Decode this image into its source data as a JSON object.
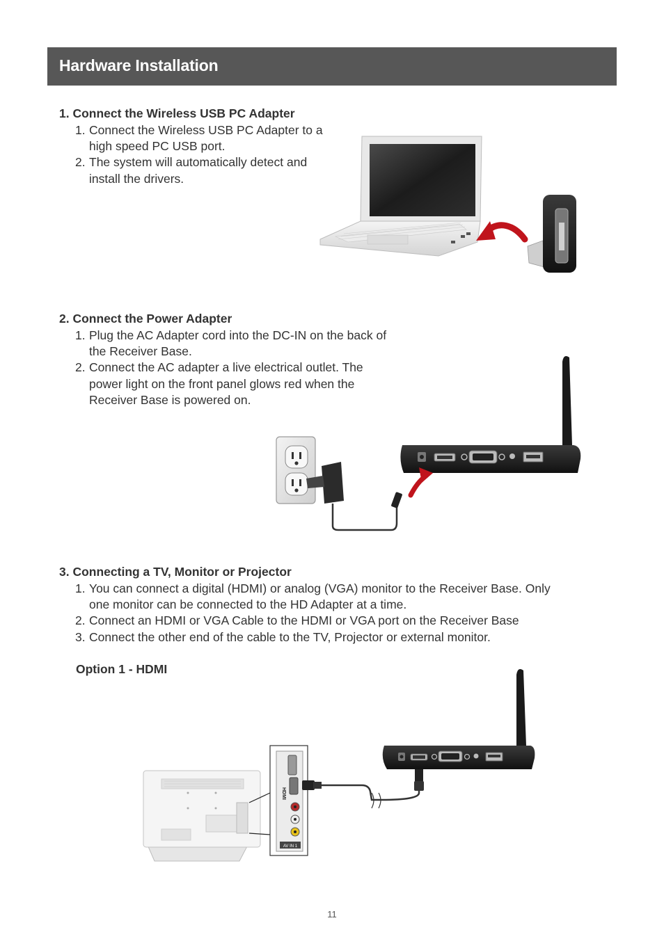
{
  "header": {
    "title": "Hardware Installation"
  },
  "sections": [
    {
      "heading": "1. Connect the Wireless USB PC Adapter",
      "steps": [
        {
          "num": "1.",
          "text": "Connect the Wireless USB PC Adapter to a high speed PC USB port."
        },
        {
          "num": "2.",
          "text": "The system will automatically detect and install the drivers."
        }
      ]
    },
    {
      "heading": "2. Connect the Power Adapter",
      "steps": [
        {
          "num": "1.",
          "text": "Plug the AC Adapter cord into the DC-IN on the back of the Receiver Base."
        },
        {
          "num": "2.",
          "text": "Connect the AC adapter a live electrical outlet. The power light on the front panel glows red when the Receiver Base is powered on."
        }
      ]
    },
    {
      "heading": "3. Connecting a TV, Monitor or Projector",
      "steps": [
        {
          "num": "1.",
          "text": "You can connect a digital (HDMI) or analog (VGA) monitor to the Receiver Base. Only one monitor can be connected to the HD Adapter at a time."
        },
        {
          "num": "2.",
          "text": "Connect an HDMI or VGA Cable to the HDMI or VGA port on the Receiver Base"
        },
        {
          "num": "3.",
          "text": "Connect the other end of the cable to the TV, Projector or external monitor."
        }
      ]
    }
  ],
  "option1": {
    "label": "Option 1 - HDMI"
  },
  "tv_panel": {
    "hdmi_logo": "HDMI",
    "port_label": "AV IN 1"
  },
  "page": {
    "number": "11"
  },
  "colors": {
    "header_bg": "#575757",
    "arrow_red": "#c0141c",
    "device_black": "#1a1a1a"
  }
}
